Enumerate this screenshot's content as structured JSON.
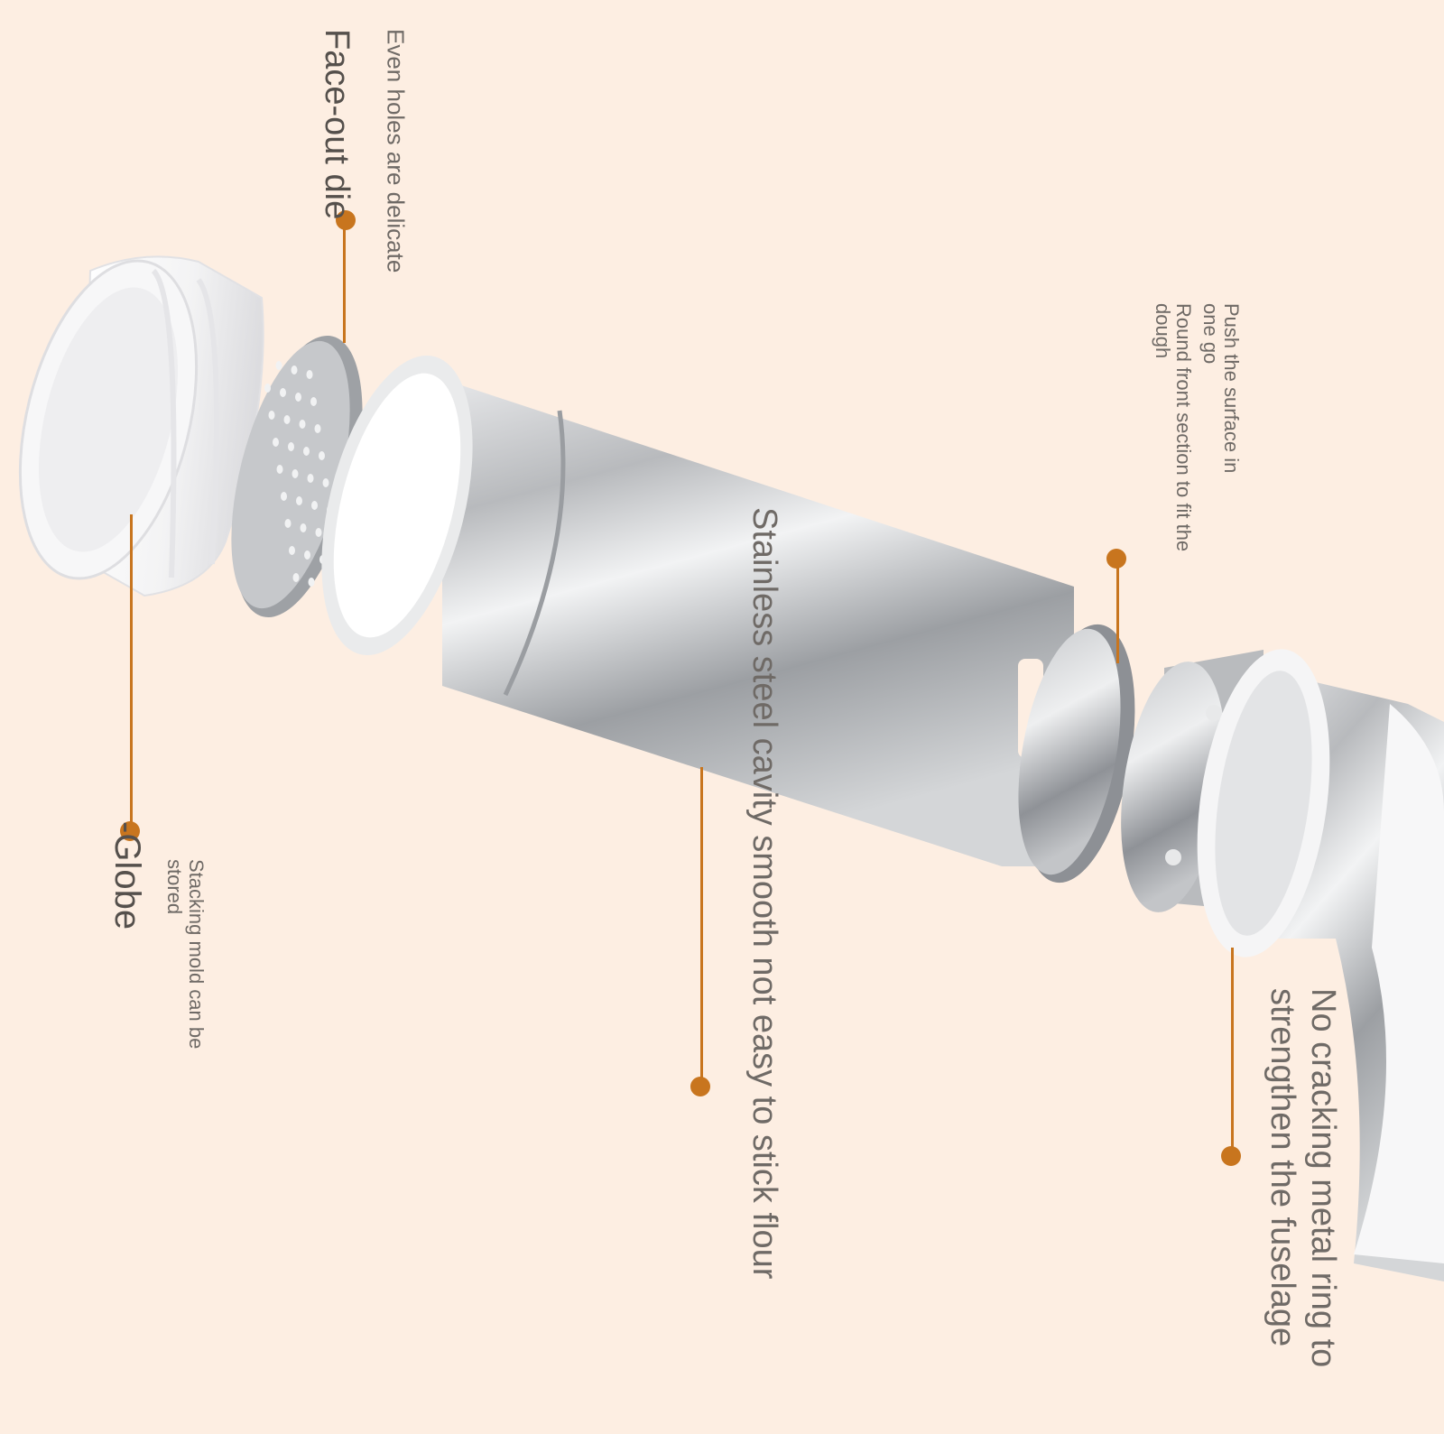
{
  "colors": {
    "background": "#fdeee2",
    "accent": "#c8751e",
    "text": "#6f6a66"
  },
  "labels": {
    "even_holes": "Even holes are delicate",
    "face_out_die": "Face-out die",
    "push_surface_1": "Push the surface in",
    "push_surface_2": "one go",
    "round_front_1": "Round front section to fit the",
    "round_front_2": "dough",
    "globe": "-Globe",
    "stacking_1": "Stacking mold can be",
    "stacking_2": "stored",
    "stainless": "Stainless steel cavity smooth not easy to stick flour",
    "no_cracking_1": "No cracking metal ring to",
    "no_cracking_2": "strengthen the fuselage"
  }
}
